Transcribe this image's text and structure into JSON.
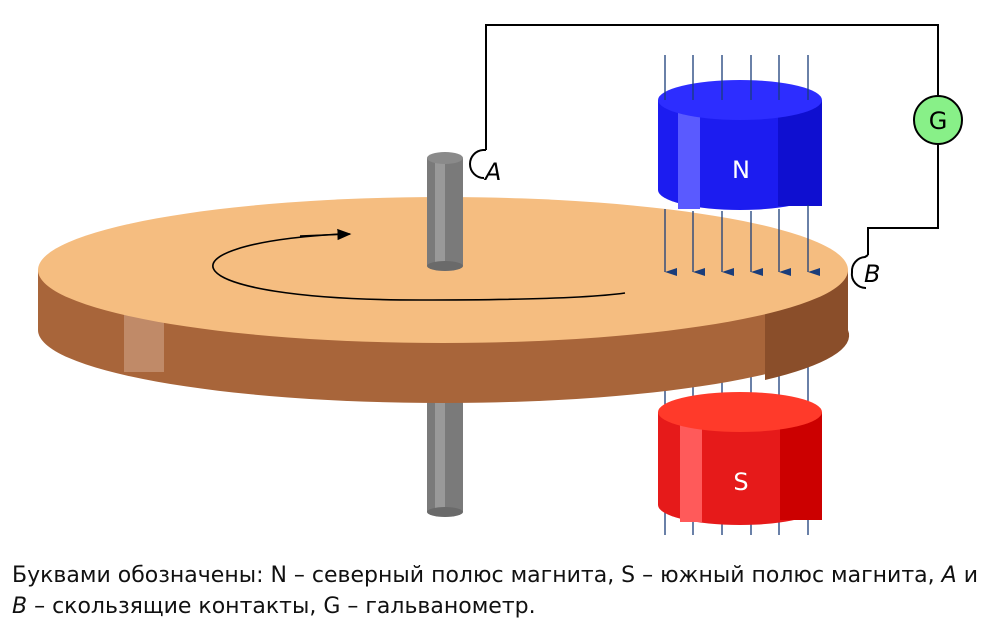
{
  "labels": {
    "contact_a": "A",
    "contact_b": "B",
    "galvanometer": "G",
    "north": "N",
    "south": "S"
  },
  "caption": {
    "part1": "Буквами обозначены: N – северный полюс магнита, S – южный полюс магнита, ",
    "a": "A",
    "and": " и ",
    "b": "B",
    "part2": " – скользящие контакты, G – гальванометр."
  },
  "colors": {
    "disk_top": "#f5bd80",
    "disk_rim": "#a8653a",
    "north": "#1c1cf0",
    "south": "#f02020",
    "galvanometer": "#88f088",
    "field": "#1a3d7a"
  }
}
